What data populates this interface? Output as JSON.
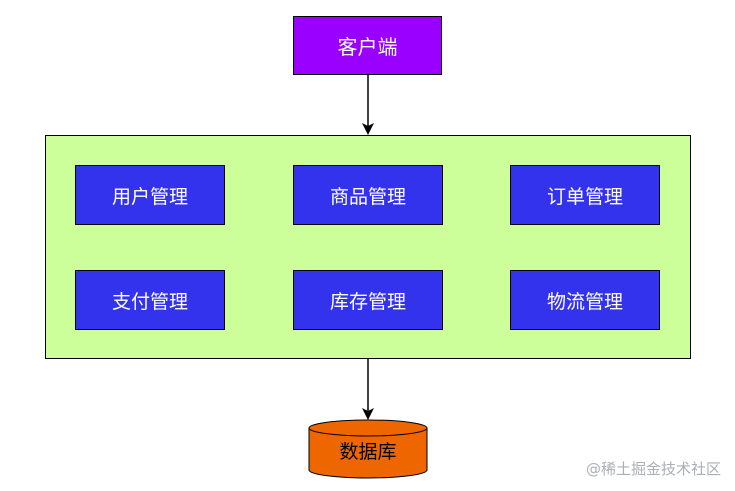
{
  "client": {
    "label": "客户端"
  },
  "modules": [
    {
      "label": "用户管理"
    },
    {
      "label": "商品管理"
    },
    {
      "label": "订单管理"
    },
    {
      "label": "支付管理"
    },
    {
      "label": "库存管理"
    },
    {
      "label": "物流管理"
    }
  ],
  "database": {
    "label": "数据库"
  },
  "watermark": "@稀土掘金技术社区",
  "colors": {
    "client_fill": "#9900ff",
    "container_fill": "#ccff99",
    "module_fill": "#3333ee",
    "database_fill": "#ee6600"
  }
}
